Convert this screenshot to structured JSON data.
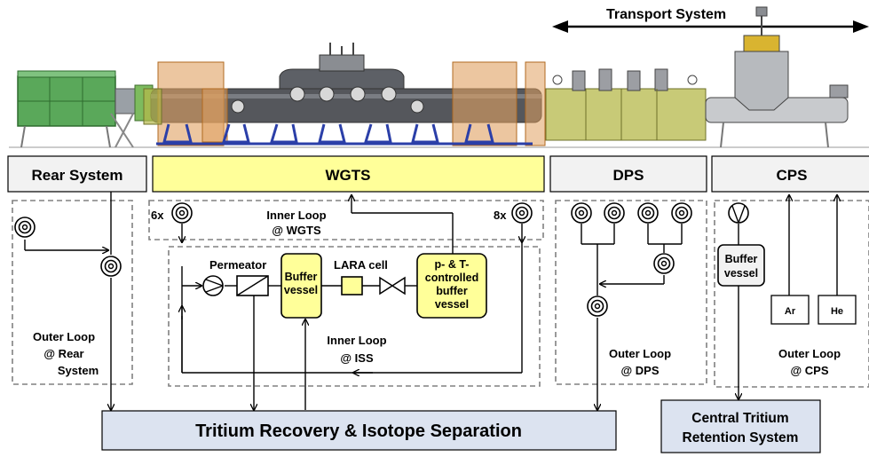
{
  "transport": {
    "label": "Transport System"
  },
  "sections": {
    "rear": "Rear System",
    "wgts": "WGTS",
    "dps": "DPS",
    "cps": "CPS"
  },
  "pump_counts": {
    "left": "6x",
    "right": "8x"
  },
  "loops": {
    "inner_wgts": {
      "line1": "Inner Loop",
      "line2": "@ WGTS"
    },
    "inner_iss": {
      "line1": "Inner Loop",
      "line2": "@ ISS"
    },
    "outer_rear": {
      "line1": "Outer Loop",
      "line2": "@ Rear",
      "line3": "System"
    },
    "outer_dps": {
      "line1": "Outer Loop",
      "line2": "@ DPS"
    },
    "outer_cps": {
      "line1": "Outer Loop",
      "line2": "@ CPS"
    }
  },
  "components": {
    "permeator": "Permeator",
    "buffer": {
      "line1": "Buffer",
      "line2": "vessel"
    },
    "lara": "LARA cell",
    "ptbuffer": {
      "line1": "p- & T-",
      "line2": "controlled",
      "line3": "buffer",
      "line4": "vessel"
    },
    "cps_buffer": {
      "line1": "Buffer",
      "line2": "vessel"
    },
    "ar": "Ar",
    "he": "He"
  },
  "outputs": {
    "trs": "Tritium Recovery & Isotope Separation",
    "ctrs": {
      "line1": "Central Tritium",
      "line2": "Retention System"
    }
  },
  "colors": {
    "wgts_fill": "#ffff99",
    "buffer_fill": "#ffff99",
    "output_fill": "#dce3f0",
    "grey_box": "#f2f2f2",
    "dashed": "#808080",
    "rear_green": "#5aa85a",
    "orange_module": "#e0a060",
    "olive_module": "#b5b84a",
    "beamline_dark": "#55575c",
    "support_blue": "#2b3fa8"
  }
}
